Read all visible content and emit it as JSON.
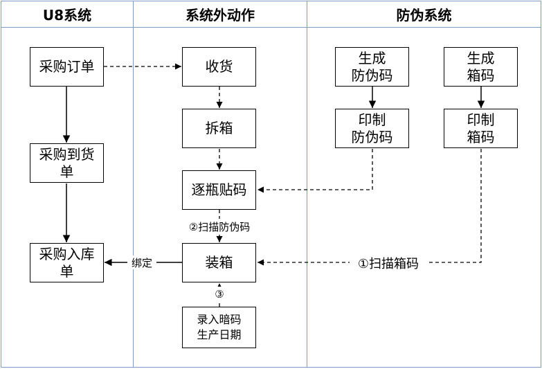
{
  "lanes": [
    {
      "id": "u8",
      "title": "U8系统"
    },
    {
      "id": "external",
      "title": "系统外动作"
    },
    {
      "id": "antifake",
      "title": "防伪系统"
    }
  ],
  "nodes": {
    "purchase_order": "采购订单",
    "purchase_arrival": "采购到货\n单",
    "purchase_inbound": "采购入库\n单",
    "receive": "收货",
    "unpack": "拆箱",
    "label_bottles": "逐瓶贴码",
    "boxing": "装箱",
    "enter_code": "录入暗码\n生产日期",
    "gen_antifake": "生成\n防伪码",
    "print_antifake": "印制\n防伪码",
    "gen_box": "生成\n箱码",
    "print_box": "印制\n箱码"
  },
  "edge_labels": {
    "scan_antifake": "②扫描防伪码",
    "scan_box": "①扫描箱码",
    "bind": "绑定",
    "step3": "③"
  }
}
